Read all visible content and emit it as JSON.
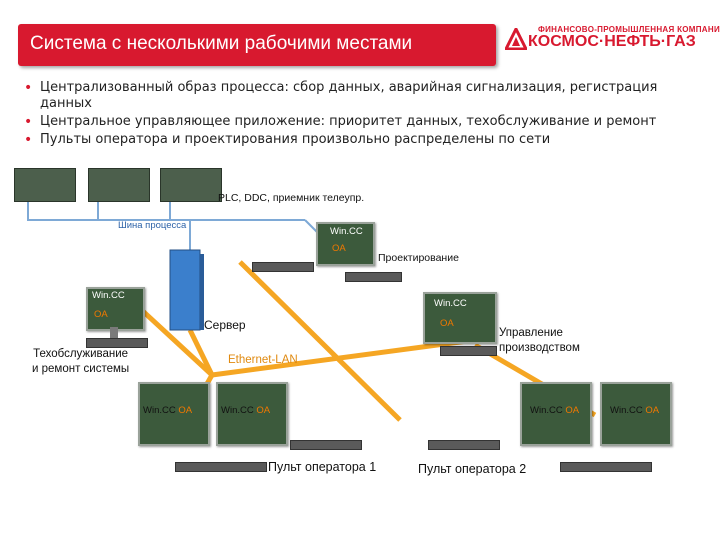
{
  "header": {
    "title": "Система с несколькими рабочими местами",
    "logo_subtitle": "ФИНАНСОВО-ПРОМЫШЛЕННАЯ КОМПАНИЯ",
    "logo_name": "КОСМОС·НЕФТЬ·ГАЗ",
    "accent_color": "#d8192f"
  },
  "bullets": [
    "Централизованный образ процесса: сбор данных, аварийная сигнализация, регистрация данных",
    "Центральное управляющее приложение: приоритет данных, техобслуживание и ремонт",
    "Пульты оператора и проектирования произвольно распределены по сети"
  ],
  "diagram": {
    "plc_label": "PLC, DDC, приемник телеупр.",
    "bus_label": "Шина процесса",
    "server_label": "Сервер",
    "ethernet_label": "Ethernet-LAN",
    "engineering_label": "Проектирование",
    "maintenance_label": "Техобслуживание\nи ремонт системы",
    "production_label": "Управление\nпроизводством",
    "operator1_label": "Пульт оператора 1",
    "operator2_label": "Пульт оператора 2",
    "wincc": "Win.CC",
    "wincc_short": "Win.CC",
    "oa": "OA",
    "bus_color": "#7ea9d6",
    "lan_color": "#f5a623",
    "server_color": "#3b7fcc"
  }
}
